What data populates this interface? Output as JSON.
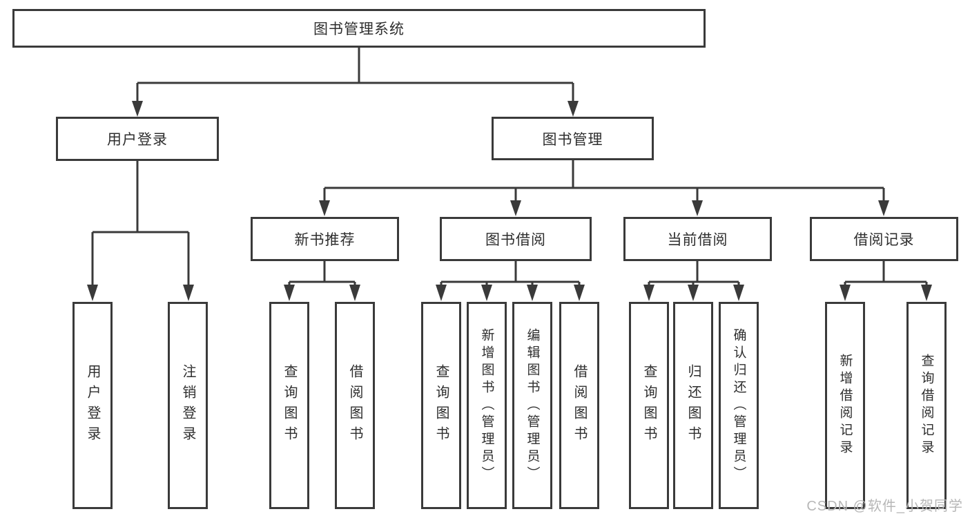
{
  "diagram_title": "图书管理系统",
  "nodes": {
    "root": "图书管理系统",
    "user": "用户登录",
    "book": "图书管理",
    "newbook": "新书推荐",
    "borrow": "图书借阅",
    "current": "当前借阅",
    "records": "借阅记录",
    "user_login": "用户登录",
    "user_logout": "注销登录",
    "newbook_query": "查询图书",
    "newbook_borrow": "借阅图书",
    "borrow_query": "查询图书",
    "borrow_add": "新增图书（管理员）",
    "borrow_edit": "编辑图书（管理员）",
    "borrow_take": "借阅图书",
    "current_query": "查询图书",
    "current_return": "归还图书",
    "current_confirm": "确认归还（管理员）",
    "records_add": "新增借阅记录",
    "records_query": "查询借阅记录"
  },
  "hierarchy": {
    "root": [
      "user",
      "book"
    ],
    "user": [
      "user_login",
      "user_logout"
    ],
    "book": [
      "newbook",
      "borrow",
      "current",
      "records"
    ],
    "newbook": [
      "newbook_query",
      "newbook_borrow"
    ],
    "borrow": [
      "borrow_query",
      "borrow_add",
      "borrow_edit",
      "borrow_take"
    ],
    "current": [
      "current_query",
      "current_return",
      "current_confirm"
    ],
    "records": [
      "records_add",
      "records_query"
    ]
  },
  "watermark": "CSDN @软件_小贺同学",
  "colors": {
    "line": "#3a3a3a",
    "text": "#2e2e2e",
    "background": "#ffffff",
    "watermark": "#b7b7b7"
  }
}
